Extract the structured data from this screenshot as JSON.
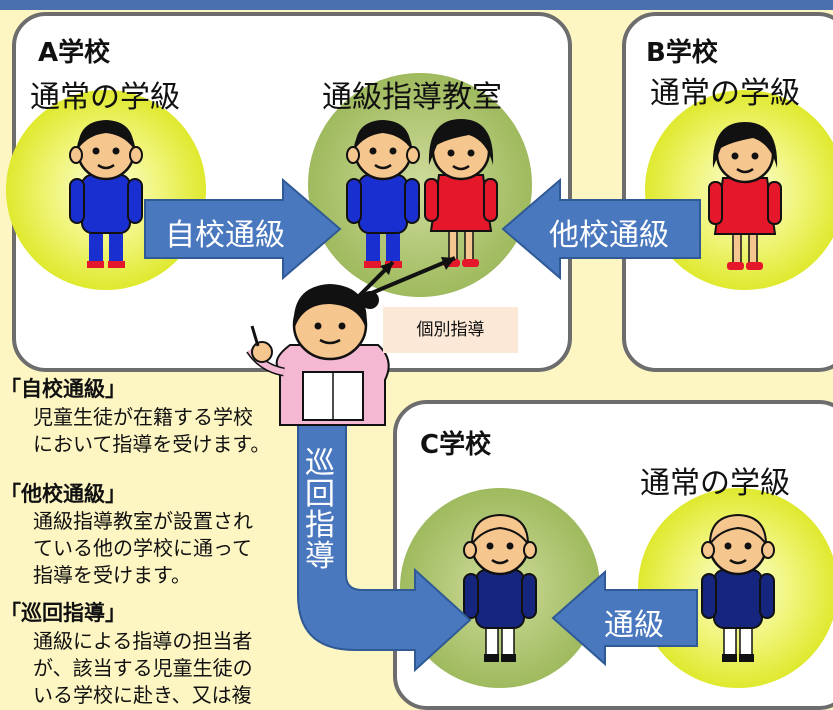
{
  "schools": {
    "a": {
      "name": "A学校",
      "class_left": "通常の学級",
      "class_right": "通級指導教室"
    },
    "b": {
      "name": "B学校",
      "class": "通常の学級"
    },
    "c": {
      "name": "C学校",
      "class": "通常の学級"
    }
  },
  "arrows": {
    "jiko": "自校通級",
    "tako": "他校通級",
    "junkai": "巡回指導",
    "tsukyu": "通級"
  },
  "kobetsu_label": "個別指導",
  "notes": [
    {
      "heading": "「自校通級」",
      "body": "児童生徒が在籍する学校\nにおいて指導を受けます。"
    },
    {
      "heading": "「他校通級」",
      "body": "通級指導教室が設置され\nている他の学校に通って\n指導を受けます。"
    },
    {
      "heading": "「巡回指導」",
      "body": "通級による指導の担当者\nが、該当する児童生徒の\nいる学校に赴き、又は複"
    }
  ],
  "colors": {
    "accent": "#4a70b0",
    "box_border": "#6d6d6d",
    "background": "#fdf6c3",
    "glow_yellow": "#e6ef3a",
    "glow_green": "#a9c26a",
    "boy": "#1a2fcf",
    "girl": "#e4172b"
  }
}
